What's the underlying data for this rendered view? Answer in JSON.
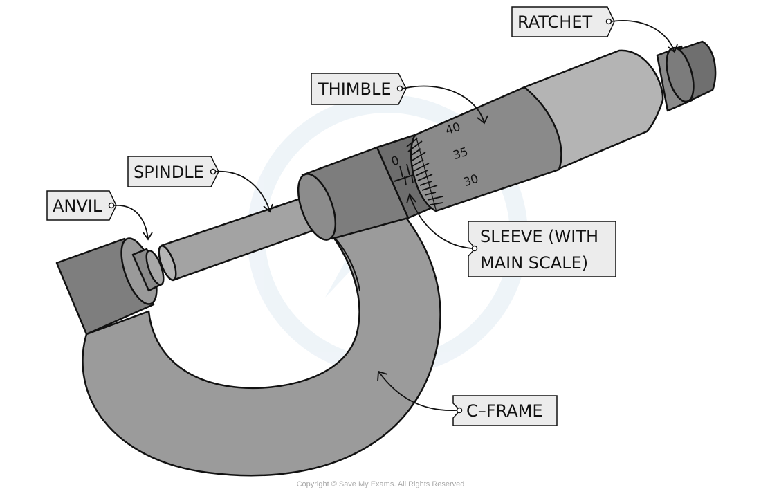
{
  "labels": {
    "ratchet": "RATCHET",
    "thimble": "THIMBLE",
    "spindle": "SPINDLE",
    "anvil": "ANVIL",
    "sleeve_line1": "SLEEVE (WITH",
    "sleeve_line2": "MAIN SCALE)",
    "c_frame": "C–FRAME"
  },
  "scales": {
    "thimble_40": "40",
    "thimble_35": "35",
    "thimble_30": "30",
    "sleeve_0": "0"
  },
  "copyright": "Copyright © Save My Exams. All Rights Reserved",
  "colors": {
    "frame": "#9b9b9b",
    "frame_dark": "#7d7d7d",
    "sleeve": "#8e8e8e",
    "thimble": "#8a8a8a",
    "body_light": "#b4b4b4",
    "ratchet": "#6f6f6f",
    "spindle": "#a3a3a3",
    "label_bg": "#ececec",
    "watermark": "#eaf1f6"
  }
}
